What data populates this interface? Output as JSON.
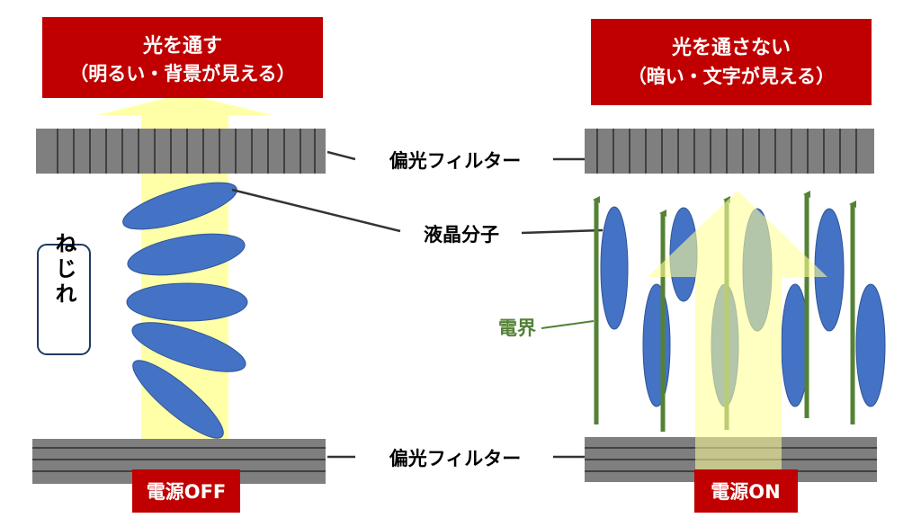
{
  "left_panel": {
    "title_line1": "光を通す",
    "title_line2": "（明るい・背景が見える）",
    "power_label": "電源OFF",
    "twist_label": "ねじれ"
  },
  "right_panel": {
    "title_line1": "光を通さない",
    "title_line2": "（暗い・文字が見える）",
    "power_label": "電源ON",
    "field_label": "電界"
  },
  "center_labels": {
    "top_filter": "偏光フィルター",
    "liquid_crystal": "液晶分子",
    "bottom_filter": "偏光フィルター"
  },
  "colors": {
    "title_bg": "#c00000",
    "filter": "#7f7f7f",
    "light_arrow": "#ffff99",
    "molecule": "#4472c4",
    "field_arrow": "#548235",
    "field_text": "#548235",
    "twist_border": "#1f3864"
  }
}
